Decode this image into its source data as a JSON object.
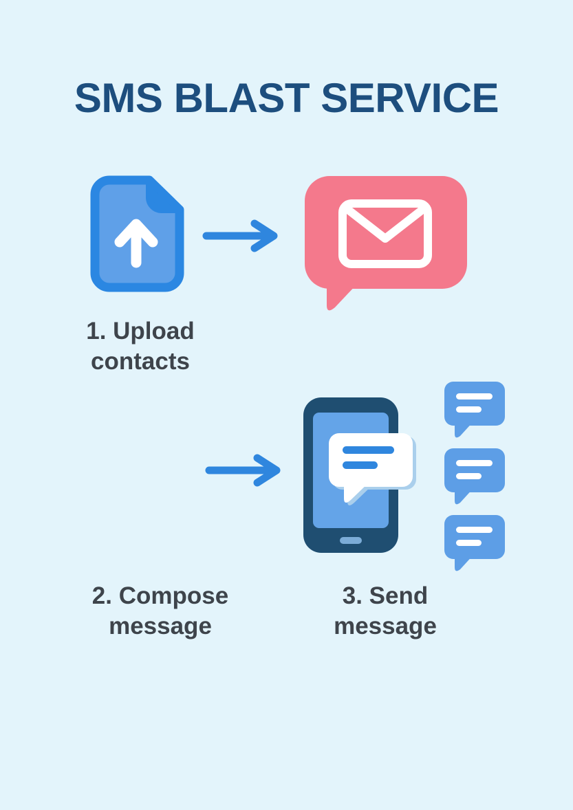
{
  "page": {
    "title": "SMS BLAST SERVICE"
  },
  "steps": [
    {
      "number": "1",
      "label": "1. Upload\ncontacts",
      "icon": "upload-document-icon"
    },
    {
      "number": "2",
      "label": "2. Compose\nmessage",
      "icon": "envelope-message-bubble-icon"
    },
    {
      "number": "3",
      "label": "3. Send\nmessage",
      "icon": "phone-chat-icon"
    }
  ],
  "icons": [
    "upload-document-icon",
    "arrow-right-icon",
    "envelope-message-bubble-icon",
    "phone-chat-icon",
    "chat-bubble-icon"
  ],
  "colors": {
    "bg": "#e3f4fb",
    "title": "#1d4e7e",
    "label": "#3e444b",
    "blue": "#2f86de",
    "doc_fill": "#5fa0e8",
    "doc_border": "#2b87e2",
    "pink": "#f4798c",
    "phone_body": "#1f4e71",
    "phone_screen": "#64a4e8",
    "home_pill": "#7cacd7",
    "bubble_blue": "#5d9ee6",
    "bubble_shadow": "#aacfec",
    "white": "#ffffff"
  }
}
